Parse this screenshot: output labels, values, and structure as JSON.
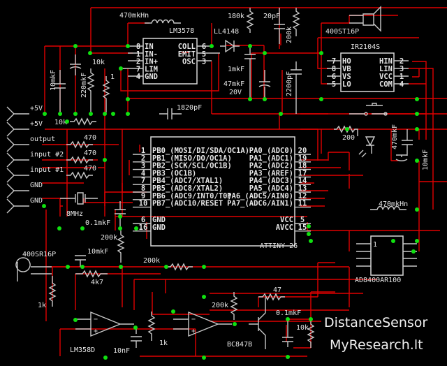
{
  "title": "DistanceSensor",
  "site": "MyResearch.lt",
  "colors": {
    "background": "#000000",
    "wire": "#e00000",
    "pin": "#c8c8c8",
    "junction": "#10e010",
    "text": "#e6e6e6"
  },
  "connectors": [
    "+5V",
    "+5V",
    "output",
    "input #2",
    "input #1",
    "GND",
    "GND"
  ],
  "components": {
    "lm3578": {
      "name": "LM3578",
      "pins_left": [
        [
          "8",
          "IN"
        ],
        [
          "1",
          "IN-"
        ],
        [
          "2",
          "IN+"
        ],
        [
          "7",
          "LIM"
        ],
        [
          "4",
          "GND"
        ]
      ],
      "pins_right": [
        [
          "6",
          "COLL"
        ],
        [
          "5",
          "EMIT"
        ],
        [
          "3",
          "OSC"
        ]
      ]
    },
    "ir2104": {
      "name": "IR2104S",
      "pins_left": [
        [
          "7",
          "HO"
        ],
        [
          "8",
          "VB"
        ],
        [
          "6",
          "VS"
        ],
        [
          "5",
          "LO"
        ]
      ],
      "pins_right": [
        [
          "2",
          "HIN"
        ],
        [
          "3",
          "LIN"
        ],
        [
          "1",
          "VCC"
        ],
        [
          "4",
          "COM"
        ]
      ]
    },
    "attiny": {
      "name": "ATTINY-26",
      "pins_left": [
        [
          "1",
          "PB0_(MOSI/DI/SDA/OC1A)"
        ],
        [
          "2",
          "PB1_(MISO/DO/OC1A)"
        ],
        [
          "3",
          "PB2_(SCK/SCL/OC1B)"
        ],
        [
          "4",
          "PB3_(OC1B)"
        ],
        [
          "7",
          "PB4_(ADC7/XTAL1)"
        ],
        [
          "8",
          "PB5_(ADC8/XTAL2)"
        ],
        [
          "9",
          "PB6_(ADC9/INT0/T0)"
        ],
        [
          "10",
          "PB7_(ADC10/RESET"
        ],
        [
          "6",
          "GND"
        ],
        [
          "16",
          "GND"
        ]
      ],
      "pins_right": [
        [
          "20",
          "PA0_(ADC0)"
        ],
        [
          "19",
          "PA1_(ADC1)"
        ],
        [
          "18",
          "PA2_(ADC2)"
        ],
        [
          "17",
          "PA3_(AREF)"
        ],
        [
          "14",
          "PA4_(ADC3)"
        ],
        [
          "13",
          "PA5_(ADC4)"
        ],
        [
          "12",
          "PA6_(ADC5/AIN0)"
        ],
        [
          "11",
          "PA7_(ADC6/AIN1)"
        ],
        [
          "5",
          "VCC"
        ],
        [
          "15",
          "AVCC"
        ]
      ]
    },
    "ad8400": {
      "name": "AD8400AR100",
      "pin1": "1"
    },
    "lm358": {
      "name": "LM358D"
    },
    "transistor": {
      "name": "BC847B"
    },
    "speaker": {
      "name": "400ST16P"
    },
    "mic": {
      "name": "400SR16P"
    },
    "diode": {
      "name": "LL4148"
    },
    "crystal": {
      "name": "8MHz"
    }
  },
  "labels": {
    "ind_top": "470mkHn",
    "ind_right": "470mkHn",
    "r180k": "180k",
    "c20pF": "20pF",
    "r200k_top": "200k",
    "c2200pF": "2200pF",
    "c1mkF": "1mkF",
    "c47mkF": "47mkF",
    "v20": "20V",
    "c1820pF": "1820pF",
    "c10mkF_left": "10mkF",
    "c220mkF": "220mkF",
    "r10k_left": "10k",
    "r1": "1",
    "r10k_in": "10k",
    "r470a": "470",
    "r470b": "470",
    "r470c": "470",
    "r200": "200",
    "c470mkF": "470mkF",
    "c10mkF_right": "10mkF",
    "c01mkF_left": "0.1mkF",
    "r200k_mid": "200k",
    "c10mkF_mid": "10mkF",
    "r200k_fb": "200k",
    "r4k7": "4k7",
    "r1k_a": "1k",
    "c10nF": "10nF",
    "r1k_b": "1k",
    "r200k_b": "200k",
    "r47": "47",
    "c01mkF_right": "0.1mkF",
    "r10k_right": "10k"
  }
}
